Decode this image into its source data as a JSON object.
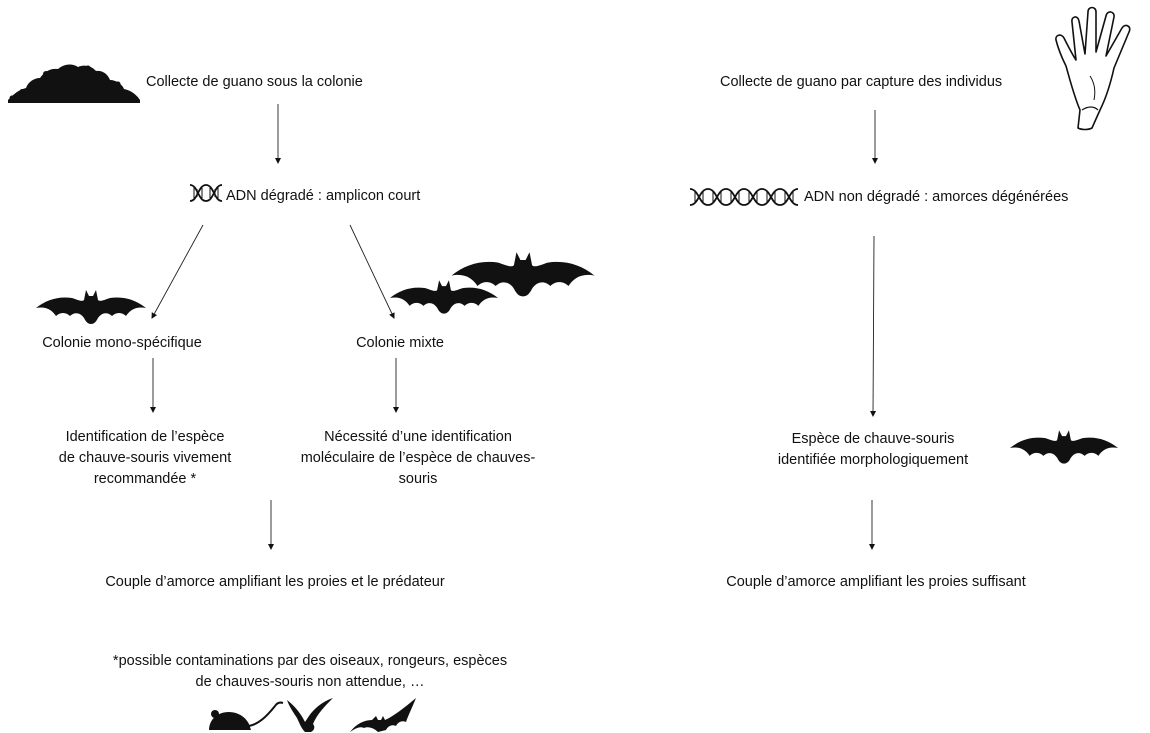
{
  "left": {
    "collect": "Collecte de guano sous la colonie",
    "dna": "ADN dégradé : amplicon court",
    "mono": "Colonie mono-spécifique",
    "mixed": "Colonie mixte",
    "ident_mono": [
      "Identification de l’espèce",
      "de chauve-souris vivement",
      "recommandée *"
    ],
    "ident_mixed": [
      "Nécessité d’une identification",
      "moléculaire de l’espèce de chauves-",
      "souris"
    ],
    "primer": "Couple d’amorce amplifiant les proies et le prédateur",
    "footnote": [
      "*possible contaminations par des oiseaux, rongeurs, espèces",
      "de chauves-souris non attendue, …"
    ]
  },
  "right": {
    "collect": "Collecte de guano par capture des individus",
    "dna": "ADN non dégradé : amorces dégénérées",
    "ident": [
      "Espèce de chauve-souris",
      "identifiée morphologiquement"
    ],
    "primer": "Couple d’amorce amplifiant les proies suffisant"
  },
  "icons": [
    "guano-pile-icon",
    "hand-icon",
    "dna-icon",
    "bat-icon",
    "mouse-icon",
    "bird-icon"
  ]
}
